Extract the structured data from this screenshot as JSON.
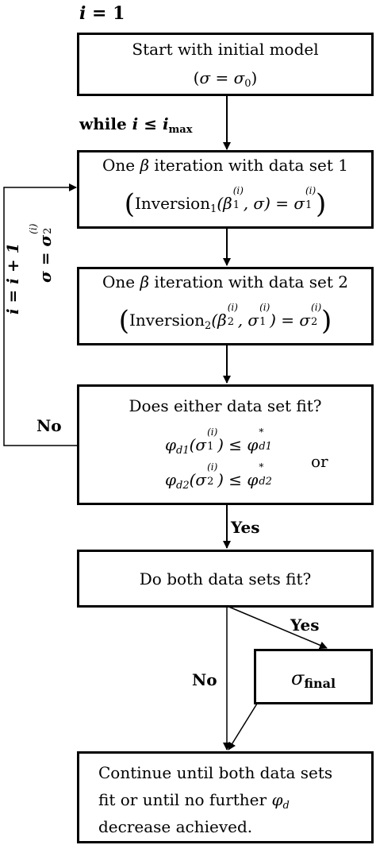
{
  "diagram": {
    "init_label": {
      "var": "i",
      "eq": " = 1"
    },
    "start_box": {
      "line1": "Start with initial model",
      "line2": {
        "open": "(",
        "sigma": "σ",
        "eq": " = ",
        "sigma0": "σ",
        "sub0": "0",
        "close": ")"
      }
    },
    "while_label": {
      "text": "while ",
      "var": "i",
      "op": " ≤ ",
      "var2": "i",
      "sub": "max"
    },
    "iter1_box": {
      "line1_a": "One ",
      "beta": "β",
      "line1_b": " iteration with data set 1",
      "inv": "Inversion",
      "inv_sub": "1",
      "args": "(β",
      "beta_sub": "1",
      "beta_sup": "(i)",
      "mid": ", σ) = σ",
      "sig_sub": "1",
      "sig_sup": "(i)"
    },
    "iter2_box": {
      "line1_a": "One ",
      "beta": "β",
      "line1_b": " iteration with data set 2",
      "inv": "Inversion",
      "inv_sub": "2",
      "args": "(β",
      "beta_sub": "2",
      "beta_sup": "(i)",
      "mid1": ", σ",
      "sig1_sub": "1",
      "sig1_sup": "(i)",
      "mid2": ") = σ",
      "sig2_sub": "2",
      "sig2_sup": "(i)"
    },
    "fit_box": {
      "question": "Does either data set fit?",
      "cond1": {
        "phi": "φ",
        "sub": "d1",
        "arg": "(σ",
        "arg_sub": "1",
        "arg_sup": "(i)",
        "rel": ") ≤ φ",
        "rhs_sub": "d1",
        "rhs_sup": "*"
      },
      "cond2": {
        "phi": "φ",
        "sub": "d2",
        "arg": "(σ",
        "arg_sub": "2",
        "arg_sup": "(i)",
        "rel": ") ≤ φ",
        "rhs_sub": "d2",
        "rhs_sup": "*"
      },
      "or": "or"
    },
    "no_label_1": "No",
    "yes_label_1": "Yes",
    "both_box": {
      "question": "Do both data sets fit?"
    },
    "yes_label_2": "Yes",
    "no_label_2": "No",
    "final_box": {
      "sigma": "σ",
      "sub": "final"
    },
    "continue_box": {
      "line1": "Continue until both data sets",
      "line2_a": "fit or until no further ",
      "phi": "φ",
      "phi_sub": "d",
      "line3": "decrease achieved."
    },
    "loop_label": {
      "update_i": "i = i + 1",
      "update_sigma": "σ = σ",
      "sig_sub": "2",
      "sig_sup": "(i)"
    }
  }
}
